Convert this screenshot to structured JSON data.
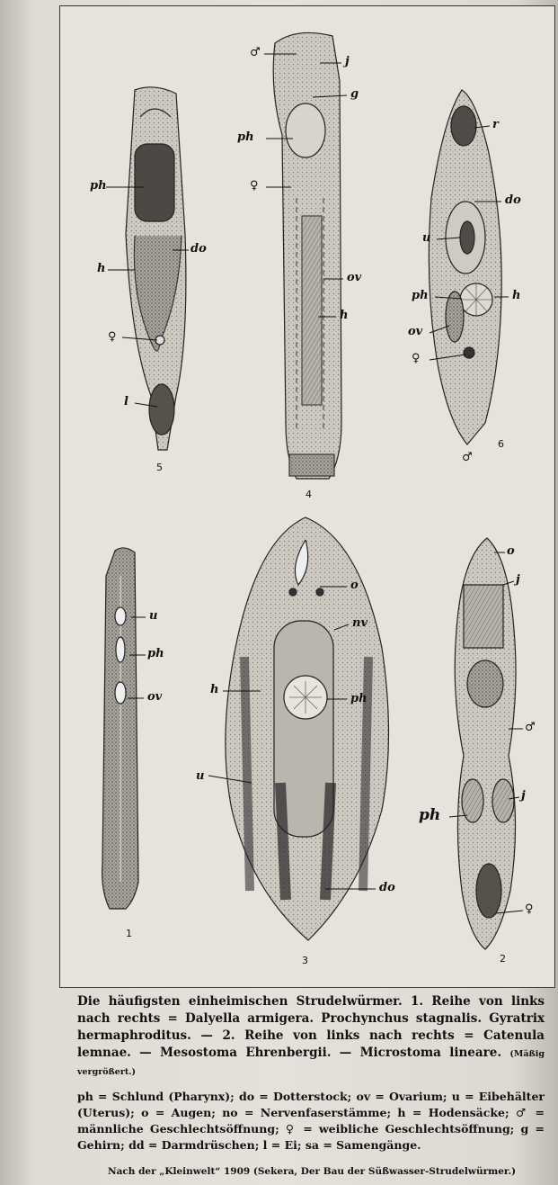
{
  "figures": {
    "n1": "1",
    "n2": "2",
    "n3": "3",
    "n4": "4",
    "n5": "5",
    "n6": "6"
  },
  "labels": {
    "f5_ph": "ph",
    "f5_h": "h",
    "f5_do": "do",
    "f5_female": "♀",
    "f5_l": "l",
    "f4_male": "♂",
    "f4_j": "j",
    "f4_g": "g",
    "f4_ph": "ph",
    "f4_female": "♀",
    "f4_ov": "ov",
    "f4_h": "h",
    "f6_r": "r",
    "f6_do": "do",
    "f6_u": "u",
    "f6_ph": "ph",
    "f6_h": "h",
    "f6_ov": "ov",
    "f6_female": "♀",
    "f6_male": "♂",
    "f1_u": "u",
    "f1_ph": "ph",
    "f1_ov": "ov",
    "f3_o": "o",
    "f3_nv": "nv",
    "f3_h": "h",
    "f3_ph": "ph",
    "f3_u": "u",
    "f3_do": "do",
    "f2_o": "o",
    "f2_j": "j",
    "f2_male": "♂",
    "f2_j2": "j",
    "f2_ph": "ph",
    "f2_female": "♀"
  },
  "caption": {
    "title": "Die häufigsten einheimischen Strudelwürmer. 1. Reihe von links nach rechts = Dalyella armigera. Prochynchus stagnalis. Gyratrix hermaphroditus. — 2. Reihe von links nach rechts = Catenula lemnae. — Mesostoma Ehrenbergii. — Microstoma lineare.",
    "magnification": "(Mäßig vergrößert.)",
    "legend": "ph = Schlund (Pharynx); do = Dotterstock; ov = Ovarium; u = Eibehälter (Uterus); o = Augen; no = Nervenfaserstämme; h = Hodensäcke; ♂ = männliche Geschlechtsöffnung; ♀ = weibliche Geschlechtsöffnung; g = Gehirn; dd = Darmdrüschen; l = Ei; sa = Samengänge.",
    "source": "Nach der „Kleinwelt“ 1909 (Sekera, Der Bau der Süßwasser-Strudelwürmer.)"
  }
}
